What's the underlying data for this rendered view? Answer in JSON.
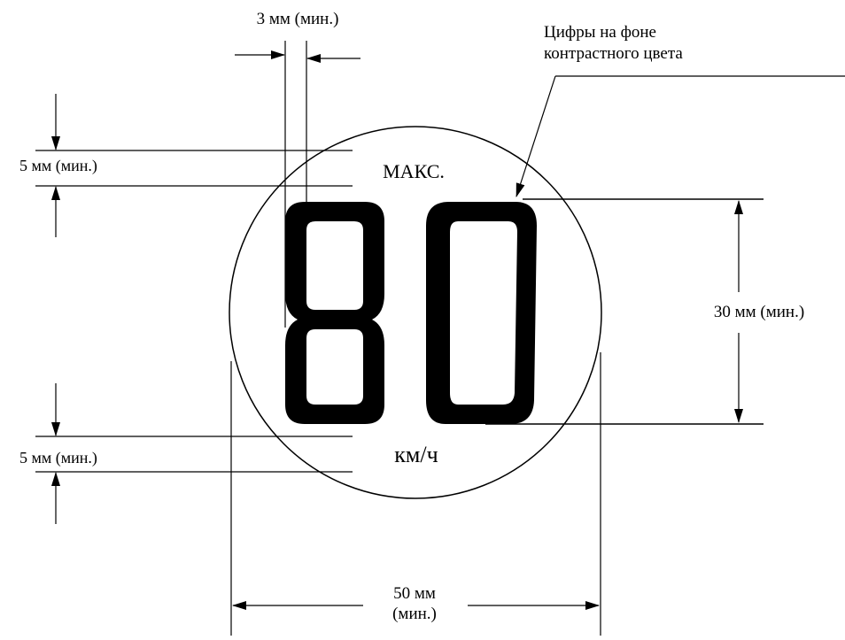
{
  "sign": {
    "top_label": "МАКС.",
    "speed_value": "80",
    "unit_label": "км/ч"
  },
  "annotations": {
    "stroke_gap": "3 мм (мин.)",
    "top_margin": "5 мм (мин.)",
    "bottom_margin": "5 мм (мин.)",
    "digit_height": "30 мм (мин.)",
    "diameter_line1": "50 мм",
    "diameter_line2": "(мин.)",
    "contrast_note_line1": "Цифры на фоне",
    "contrast_note_line2": "контрастного цвета"
  },
  "colors": {
    "ink": "#000000",
    "background": "#ffffff"
  }
}
